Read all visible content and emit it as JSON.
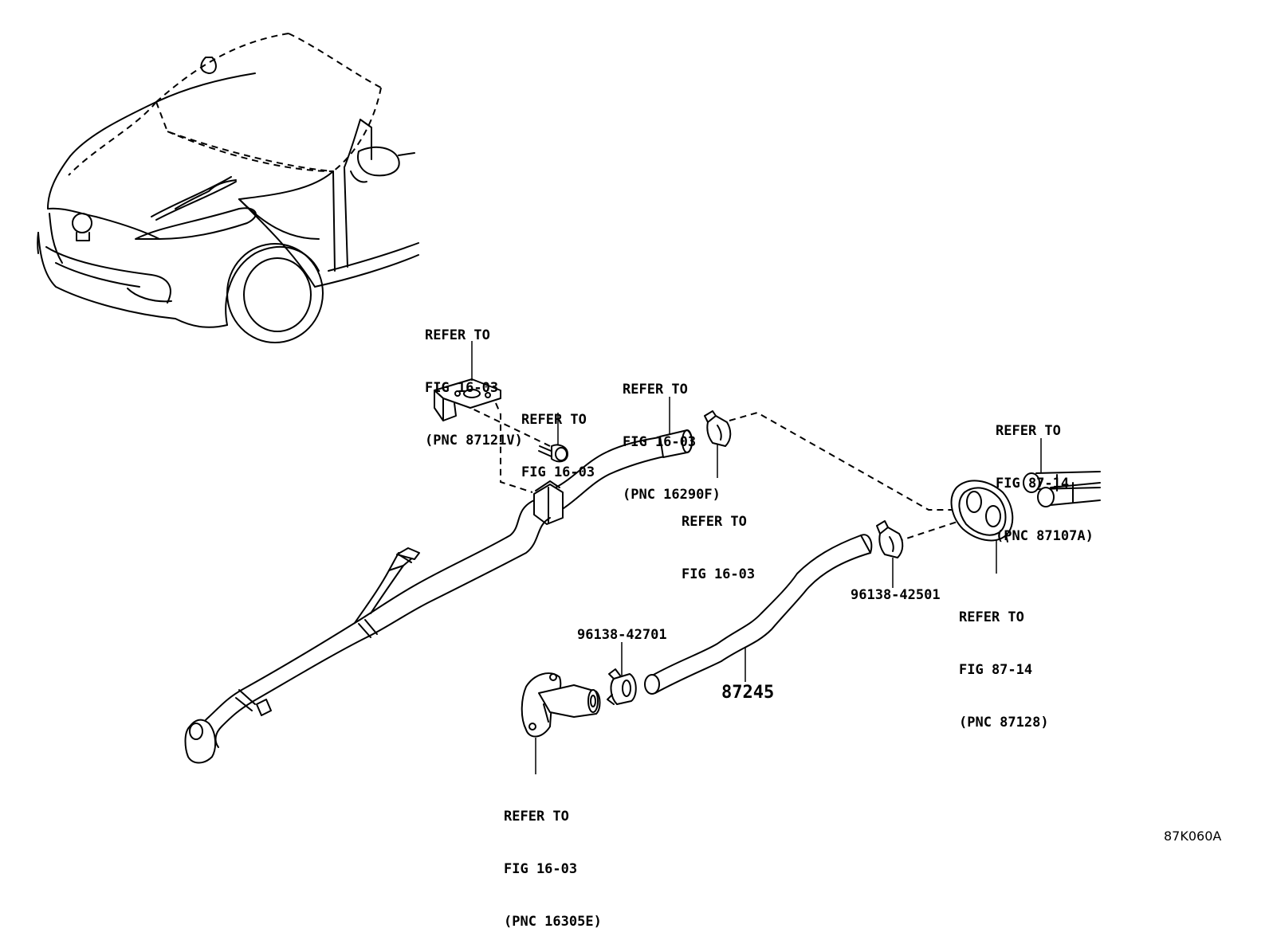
{
  "callouts": {
    "bracket": [
      "REFER TO",
      "FIG 16-03",
      "(PNC 87121V)"
    ],
    "bolt": [
      "REFER TO",
      "FIG 16-03"
    ],
    "hose_top": [
      "REFER TO",
      "FIG 16-03",
      "(PNC 16290F)"
    ],
    "clamp_mid": [
      "REFER TO",
      "FIG 16-03"
    ],
    "pipe": [
      "REFER TO",
      "FIG 87-14",
      "(PNC 87107A)"
    ],
    "grommet": [
      "REFER TO",
      "FIG 87-14",
      "(PNC 87128)"
    ],
    "outlet": [
      "REFER TO",
      "FIG 16-03",
      "(PNC 16305E)"
    ]
  },
  "parts": {
    "clamp_right": "96138-42501",
    "clamp_left": "96138-42701",
    "hose": "87245"
  },
  "diagram_code": "87K060A"
}
